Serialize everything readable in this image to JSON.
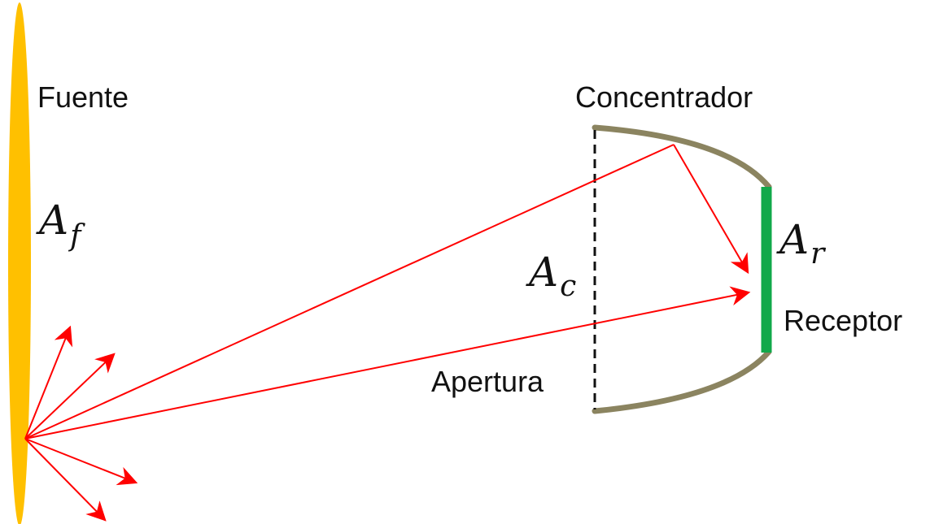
{
  "labels": {
    "source": "Fuente",
    "concentrator": "Concentrador",
    "aperture": "Apertura",
    "receiver": "Receptor"
  },
  "symbols": {
    "source_area": {
      "base": "A",
      "sub": "f"
    },
    "concentrator_area": {
      "base": "A",
      "sub": "c"
    },
    "receiver_area": {
      "base": "A",
      "sub": "r"
    }
  },
  "colors": {
    "source": "#FFC000",
    "concentrator": "#8B8460",
    "receiver": "#11A84A",
    "rays": "#FF0000",
    "aperture_line": "#111111"
  }
}
